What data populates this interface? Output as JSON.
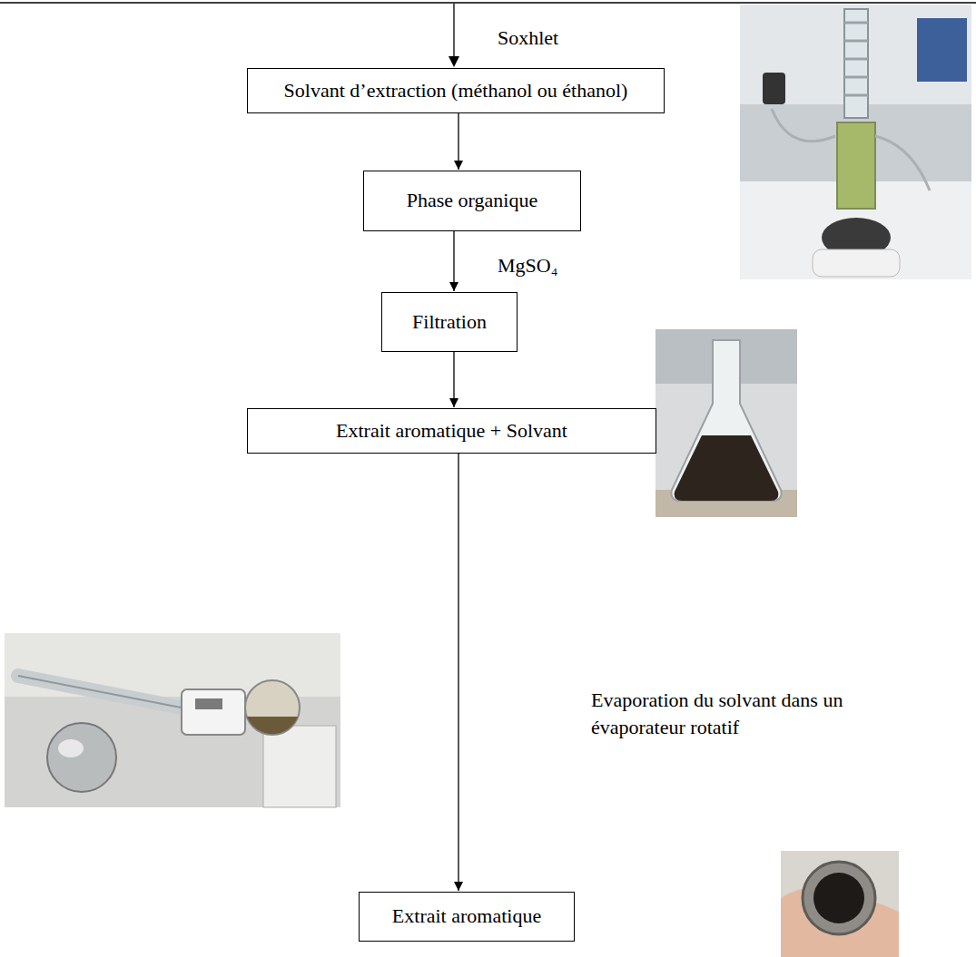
{
  "diagram": {
    "nodes": [
      {
        "text": [
          "Solvant d’extraction (méthanol ou éthanol)"
        ]
      },
      {
        "text": [
          "Phase organique"
        ]
      },
      {
        "text": [
          "Filtration"
        ]
      },
      {
        "text": [
          "Extrait aromatique + Solvant"
        ]
      },
      {
        "text": [
          "Extrait aromatique"
        ]
      }
    ],
    "edges": [
      {
        "from": 0,
        "to": 1,
        "arrow": "to"
      },
      {
        "from": 1,
        "to": 2,
        "arrow": "to"
      },
      {
        "from": 2,
        "to": 3,
        "arrow": "to"
      },
      {
        "from": 3,
        "to": 4,
        "arrow": "to"
      }
    ],
    "labels": [
      "Soxhlet",
      "MgSO₄",
      "Evaporation du solvant dans un évaporateur rotatif"
    ]
  }
}
